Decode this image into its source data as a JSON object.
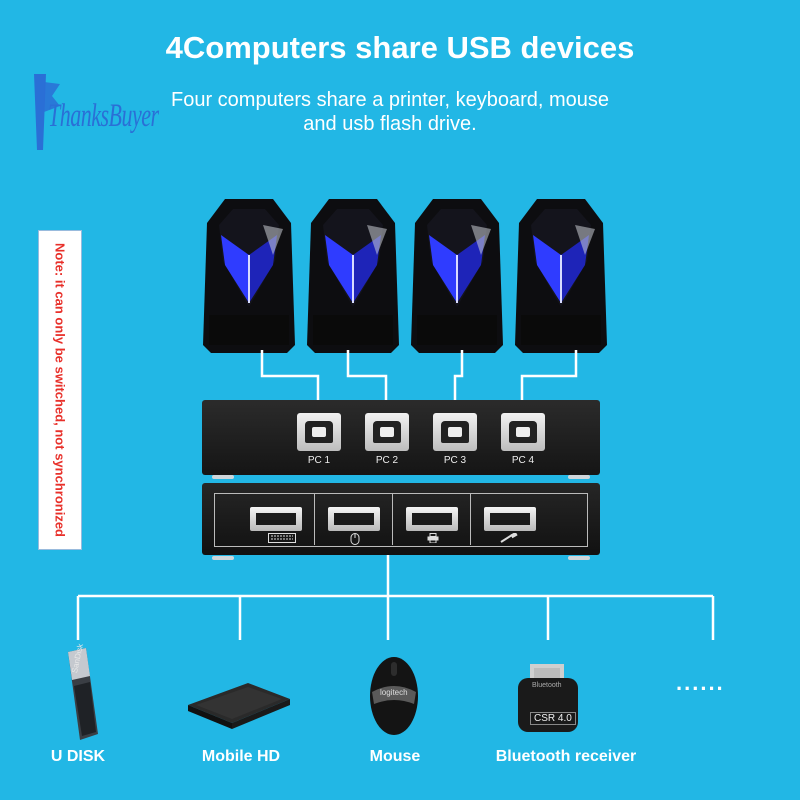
{
  "header": {
    "title": "4Computers share USB devices",
    "subtitle_line1": "Four computers share a printer, keyboard, mouse",
    "subtitle_line2": "and usb flash drive."
  },
  "brand": {
    "logo_text": "ThanksBuyer"
  },
  "note": {
    "text": "Note: it can only be switched, not synchronized"
  },
  "switch": {
    "ports": [
      "PC 1",
      "PC 2",
      "PC 3",
      "PC 4"
    ],
    "front_port_icons": [
      "keyboard-icon",
      "mouse-icon",
      "printer-icon",
      "usb-drive-icon"
    ]
  },
  "devices": {
    "items": [
      "U DISK",
      "Mobile HD",
      "Mouse",
      "Bluetooth receiver"
    ],
    "more": "......",
    "udisk_brand": "SanDisk",
    "mouse_brand": "logitech",
    "bt_chip": "CSR 4.0",
    "bt_brand": "Bluetooth"
  },
  "colors": {
    "background": "#22b7e5",
    "note_text": "#e8302a",
    "tower_accent": "#2f3cff"
  }
}
